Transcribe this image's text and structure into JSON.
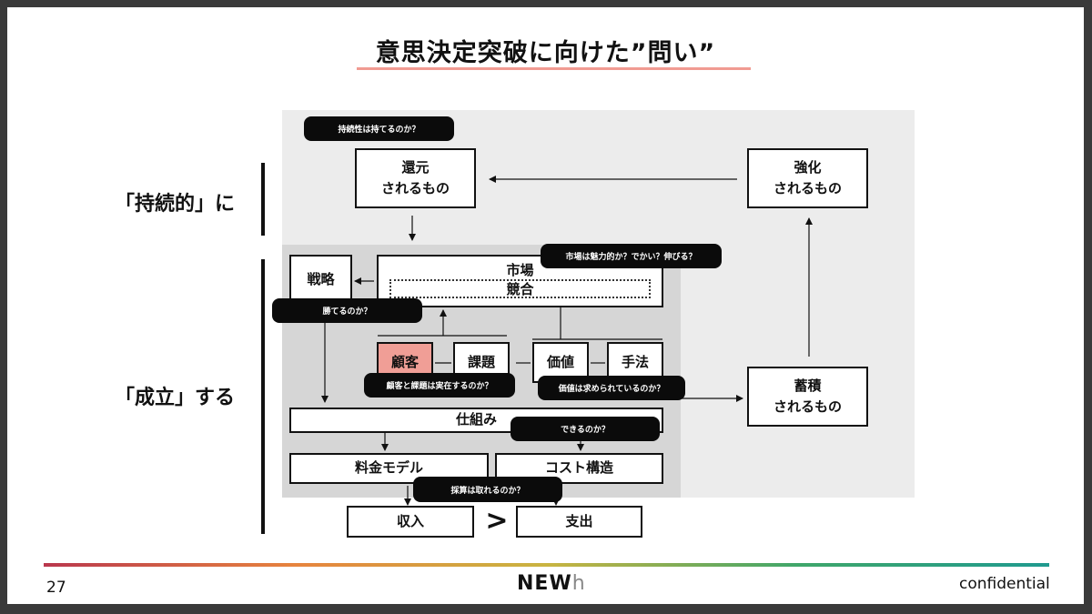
{
  "title": "意思決定突破に向けた”問い”",
  "side_labels": {
    "sustainable": "「持続的」に",
    "established": "「成立」する"
  },
  "boxes": {
    "return": {
      "line1": "還元",
      "line2": "されるもの"
    },
    "strengthen": {
      "line1": "強化",
      "line2": "されるもの"
    },
    "accumulate": {
      "line1": "蓄積",
      "line2": "されるもの"
    },
    "strategy": "戦略",
    "market": "市場",
    "competition": "競合",
    "customer": "顧客",
    "issue": "課題",
    "value": "価値",
    "method": "手法",
    "mechanism": "仕組み",
    "pricing_model": "料金モデル",
    "cost_structure": "コスト構造",
    "revenue": "収入",
    "expense": "支出",
    "greater_than": ">"
  },
  "questions": {
    "sustainability": "持続性は持てるのか？",
    "market": "市場は魅力的か？でかい？伸びる？",
    "win": "勝てるのか？",
    "customer_issue": "顧客と課題は実在するのか？",
    "value": "価値は求められているのか？",
    "can_do": "できるのか？",
    "profit": "採算は取れるのか？"
  },
  "footer": {
    "page": "27",
    "logo_main": "NEW",
    "logo_sub": "h",
    "confidential": "confidential"
  },
  "colors": {
    "accent": "#f19b92",
    "customer_fill": "#f09e96",
    "tag_bg": "#0b0b0b",
    "region_light": "#ececec",
    "region_dark": "#d6d6d6"
  }
}
